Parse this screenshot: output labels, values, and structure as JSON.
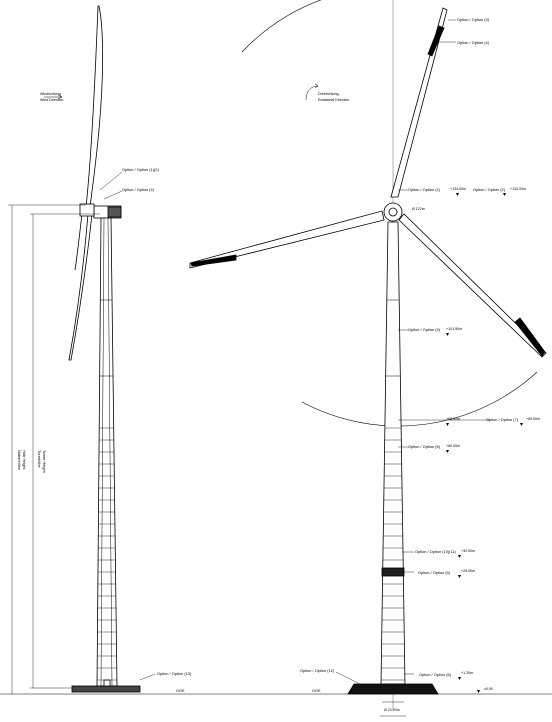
{
  "drawing": {
    "side_view": {
      "wind_direction_label": [
        "Windrichtung",
        "Wind Direction"
      ],
      "hub_height_label": [
        "Nabenhöhe",
        "Hub Height"
      ],
      "tower_height_label": [
        "Turmhöhe",
        "Tower Height"
      ],
      "option_labels": [
        "Option / Option (1)(2)",
        "Option / Option (4)",
        "Option / Option (13)"
      ],
      "ground_label": "GOK"
    },
    "front_view": {
      "rotation_direction_label": [
        "Drehrichtung",
        "Rotational Direction"
      ],
      "rotor_diameter_label": "Ø 122m",
      "option_labels": [
        "Option / Option (3)",
        "Option / Option (4)",
        "Option / Option (1)",
        "Option / Option (2)",
        "Option / Option (9)",
        "Option / Option (7)",
        "Option / Option (8)",
        "Option / Option (10)(11)",
        "Option / Option (5)",
        "Option / Option (12)",
        "Option / Option (6)"
      ],
      "elevation_labels": [
        "+134,00m",
        "+134,00m",
        "+101,50m",
        "+69,00m",
        "+69,00m",
        "+60,00m",
        "+32,00m",
        "+29,00m",
        "+1,20m",
        "±0,00"
      ],
      "ground_label": "GOK",
      "foundation_label": "Ø 23,00m"
    }
  }
}
